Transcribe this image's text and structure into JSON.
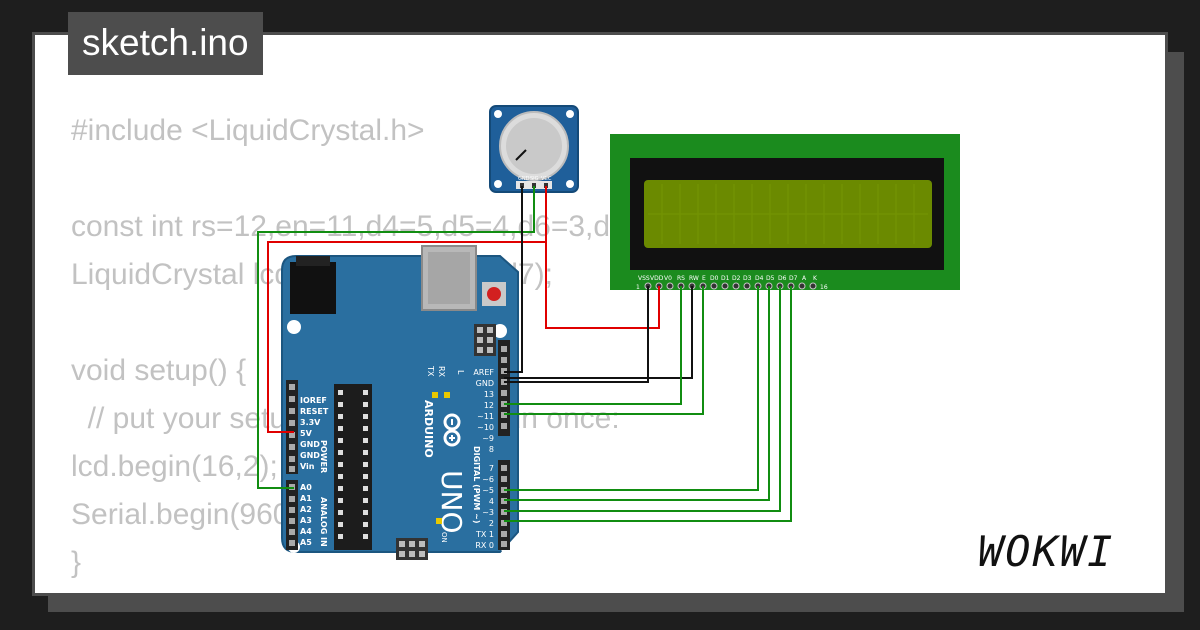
{
  "title": "sketch.ino",
  "brand": "WOKWI",
  "code_lines": [
    "#include <LiquidCrystal.h>",
    "",
    "const int rs=12,en=11,d4=5,d5=4,d6=3,d7=2;",
    "LiquidCrystal lcd(rs,en,d4,d5,d6,d7);",
    "",
    "void setup() {",
    "  // put your setup code here, to run once:",
    "lcd.begin(16,2);",
    "Serial.begin(9600);",
    "}"
  ],
  "lcd": {
    "pin_labels": [
      "VSS",
      "VDD",
      "V0",
      "RS",
      "RW",
      "E",
      "D0",
      "D1",
      "D2",
      "D3",
      "D4",
      "D5",
      "D6",
      "D7",
      "A",
      "K"
    ],
    "first_pin": "1",
    "last_pin": "16"
  },
  "potentiometer": {
    "pin_labels": [
      "GND",
      "SIG",
      "VCC"
    ]
  },
  "arduino": {
    "brand": "ARDUINO",
    "model": "UNO",
    "on_label": "ON",
    "led_labels": [
      "TX",
      "RX",
      "L"
    ],
    "power_header": [
      "IOREF",
      "RESET",
      "3.3V",
      "5V",
      "GND",
      "GND",
      "Vin"
    ],
    "analog_header": [
      "A0",
      "A1",
      "A2",
      "A3",
      "A4",
      "A5"
    ],
    "power_section": "POWER",
    "analog_section": "ANALOG IN",
    "digital_section": "DIGITAL (PWM ~)",
    "digital_upper": [
      "AREF",
      "GND",
      "13",
      "12",
      "~11",
      "~10",
      "~9",
      "8"
    ],
    "digital_lower": [
      "7",
      "~6",
      "~5",
      "4",
      "~3",
      "2",
      "TX 1",
      "RX 0"
    ]
  },
  "colors": {
    "background": "#1e1e1e",
    "frame": "#4d4d4d",
    "code_text": "#c2c2c2",
    "board_blue": "#2a6fa0",
    "lcd_pcb": "#1b8b1e",
    "lcd_glass": "#6b8a00",
    "wire_green": "#118d11",
    "wire_red": "#e00000",
    "wire_black": "#111111"
  }
}
